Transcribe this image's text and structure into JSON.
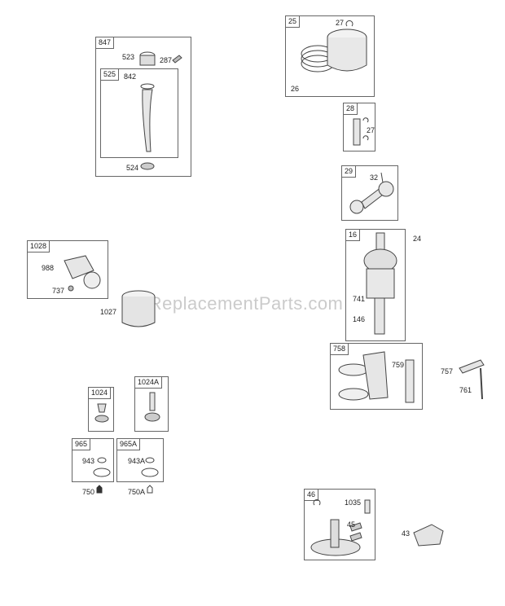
{
  "watermark": "eReplacementParts.com",
  "boxes": {
    "b847": "847",
    "b525": "525",
    "b25": "25",
    "b28": "28",
    "b29": "29",
    "b1028": "1028",
    "b16": "16",
    "b758": "758",
    "b1024": "1024",
    "b1024A": "1024A",
    "b965": "965",
    "b965A": "965A",
    "b46": "46"
  },
  "labels": {
    "l523": "523",
    "l287": "287",
    "l842": "842",
    "l524": "524",
    "l27a": "27",
    "l26": "26",
    "l27b": "27",
    "l32": "32",
    "l24": "24",
    "l988": "988",
    "l737": "737",
    "l1027": "1027",
    "l741": "741",
    "l146": "146",
    "l759": "759",
    "l757": "757",
    "l761": "761",
    "l943": "943",
    "l943A": "943A",
    "l750": "750",
    "l750A": "750A",
    "l1035": "1035",
    "l45": "45",
    "l43": "43"
  }
}
